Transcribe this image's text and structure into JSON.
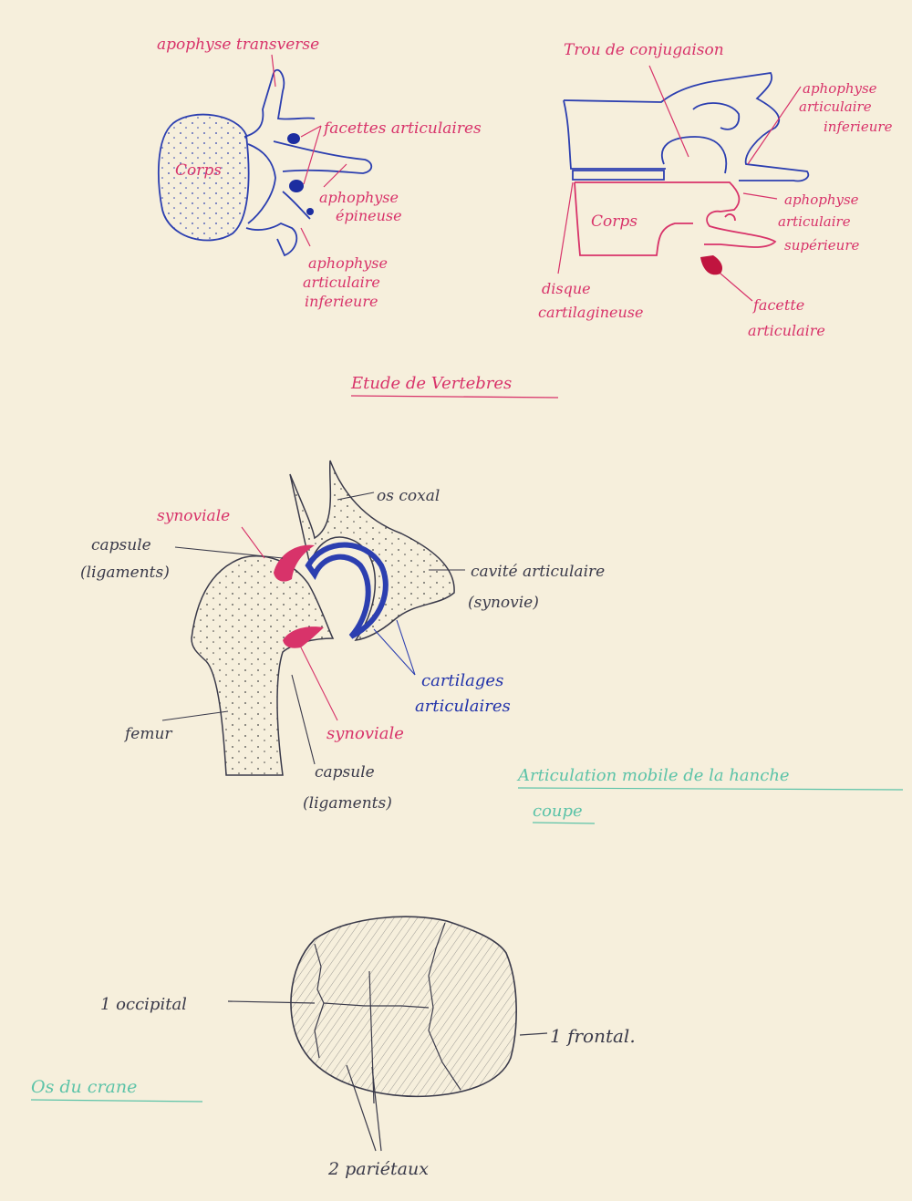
{
  "colors": {
    "paper": "#f6efdc",
    "pink_ink": "#d8336a",
    "blue_ink": "#2c3fb0",
    "pencil": "#3a3a4a",
    "green_ink": "#5cc3a8"
  },
  "vertebra_top_view": {
    "apophyse_transverse": "apophyse transverse",
    "facettes_articulaires": "facettes articulaires",
    "corps": "Corps",
    "apophyse_epineuse_1": "aphophyse",
    "apophyse_epineuse_2": "épineuse",
    "apophyse_art_inf_1": "aphophyse",
    "apophyse_art_inf_2": "articulaire",
    "apophyse_art_inf_3": "inferieure"
  },
  "vertebra_side_view": {
    "trou_conjugaison": "Trou de conjugaison",
    "apophyse_art_inf_1": "aphophyse",
    "apophyse_art_inf_2": "articulaire",
    "apophyse_art_inf_3": "inferieure",
    "corps": "Corps",
    "apophyse_art_sup_1": "aphophyse",
    "apophyse_art_sup_2": "articulaire",
    "apophyse_art_sup_3": "supérieure",
    "disque_1": "disque",
    "disque_2": "cartilagineuse",
    "facette_1": "facette",
    "facette_2": "articulaire"
  },
  "section_title_vertebres": "Etude de Vertebres",
  "hip_joint": {
    "os_coxal": "os coxal",
    "synoviale_top": "synoviale",
    "capsule_top_1": "capsule",
    "capsule_top_2": "(ligaments)",
    "cavite_1": "cavité articulaire",
    "cavite_2": "(synovie)",
    "cartilages_1": "cartilages",
    "cartilages_2": "articulaires",
    "femur": "femur",
    "synoviale_bottom": "synoviale",
    "capsule_bottom_1": "capsule",
    "capsule_bottom_2": "(ligaments)"
  },
  "section_title_hanche_1": "Articulation mobile de la hanche",
  "section_title_hanche_2": "coupe",
  "skull": {
    "occipital": "1 occipital",
    "frontal": "1 frontal.",
    "parietaux": "2 pariétaux"
  },
  "section_title_crane": "Os du crane"
}
